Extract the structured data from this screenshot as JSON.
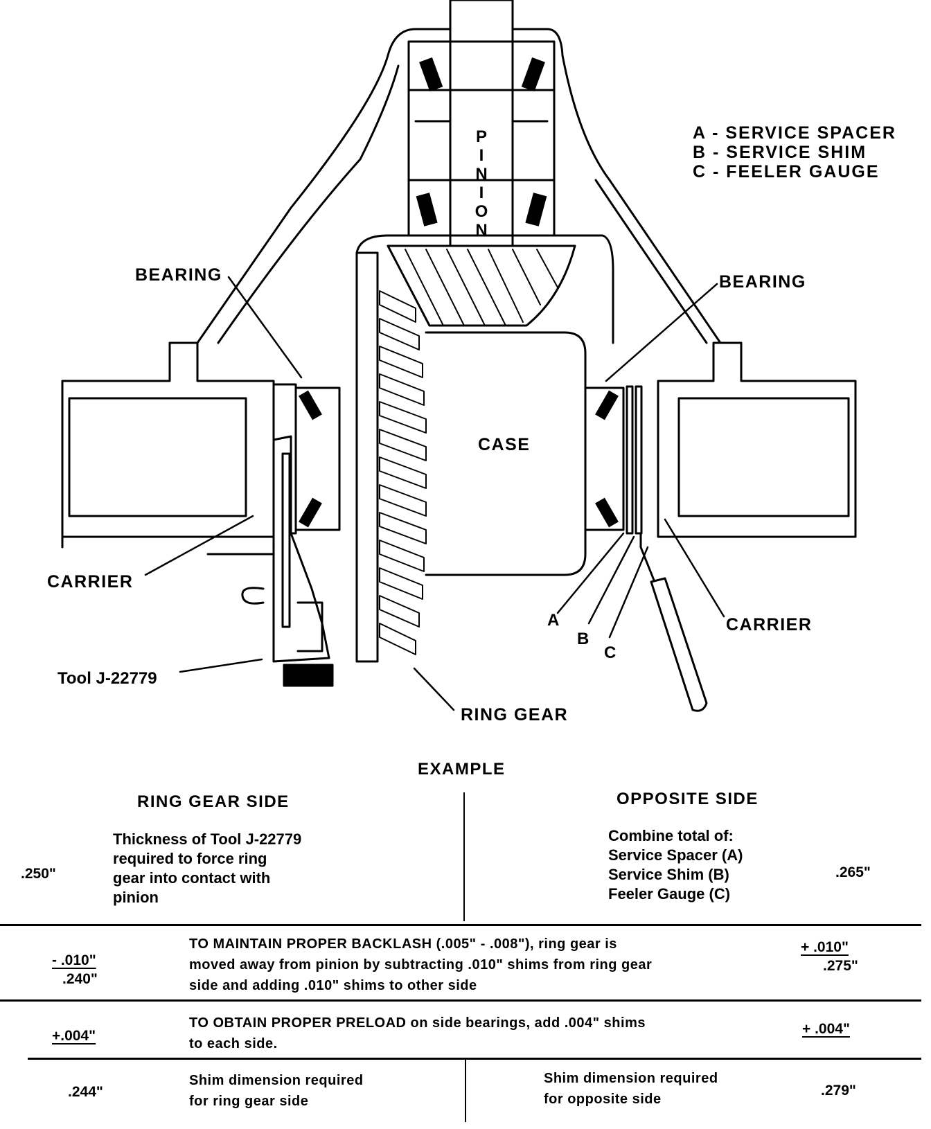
{
  "legend": {
    "a": "A - SERVICE SPACER",
    "b": "B - SERVICE SHIM",
    "c": "C - FEELER GAUGE"
  },
  "labels": {
    "pinion": [
      "P",
      "I",
      "N",
      "I",
      "O",
      "N"
    ],
    "bearing_left": "BEARING",
    "bearing_right": "BEARING",
    "case": "CASE",
    "carrier_left": "CARRIER",
    "carrier_right": "CARRIER",
    "tool": "Tool J-22779",
    "ring_gear": "RING GEAR",
    "a": "A",
    "b": "B",
    "c": "C"
  },
  "table": {
    "title": "EXAMPLE",
    "left_header": "RING GEAR SIDE",
    "right_header": "OPPOSITE SIDE",
    "row1": {
      "left_value": ".250\"",
      "left_lines": [
        "Thickness of Tool J-22779",
        "required to force ring",
        "gear into contact with",
        "pinion"
      ],
      "right_lines": [
        "Combine total of:",
        "Service Spacer (A)",
        "Service Shim (B)",
        "Feeler Gauge (C)"
      ],
      "right_value": ".265\""
    },
    "row2": {
      "left_top": "- .010\"",
      "left_bottom": ".240\"",
      "lines": [
        "TO MAINTAIN PROPER BACKLASH (.005\" - .008\"), ring gear is",
        "moved away from pinion by subtracting .010\" shims from ring gear",
        "side and adding .010\" shims to other side"
      ],
      "right_top": "+ .010\"",
      "right_bottom": ".275\""
    },
    "row3": {
      "left_value": "+.004\"",
      "lines": [
        "TO OBTAIN PROPER PRELOAD on side bearings, add .004\" shims",
        "to each side."
      ],
      "right_value": "+ .004\""
    },
    "row4": {
      "left_value": ".244\"",
      "left_lines": [
        "Shim dimension required",
        "for ring gear side"
      ],
      "right_lines": [
        "Shim dimension required",
        "for opposite side"
      ],
      "right_value": ".279\""
    }
  }
}
